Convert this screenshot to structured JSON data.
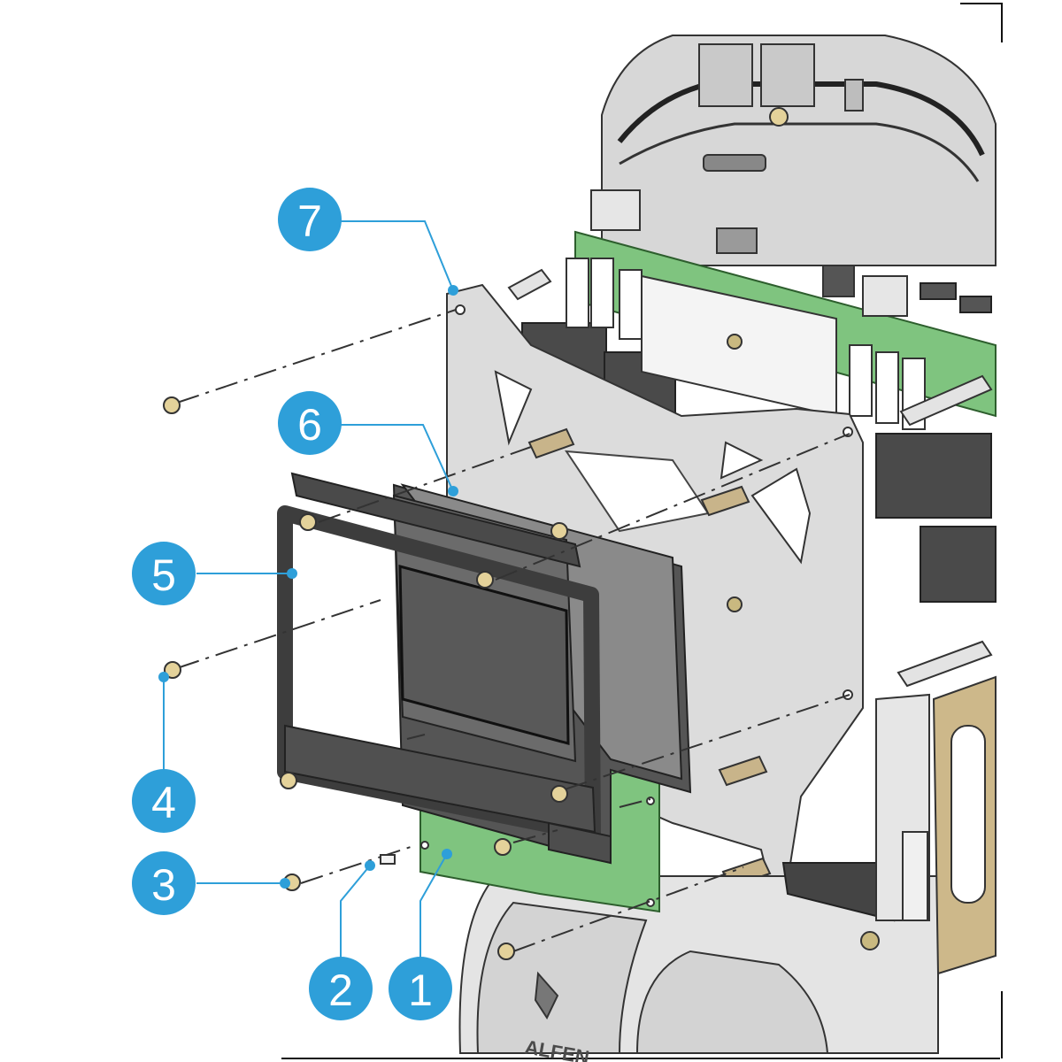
{
  "callouts": [
    {
      "label": "7"
    },
    {
      "label": "6"
    },
    {
      "label": "5"
    },
    {
      "label": "4"
    },
    {
      "label": "3"
    },
    {
      "label": "2"
    },
    {
      "label": "1"
    }
  ],
  "brand": "ALFEN",
  "colors": {
    "callout": "#2e9fd9",
    "leader": "#2e9fd9",
    "pcb": "#7fc47f",
    "bracket": "#dedede",
    "bezel": "#4d4d4d",
    "screen": "#5a5a5a",
    "housing": "#d9d9d9",
    "brass": "#c8b48a"
  }
}
